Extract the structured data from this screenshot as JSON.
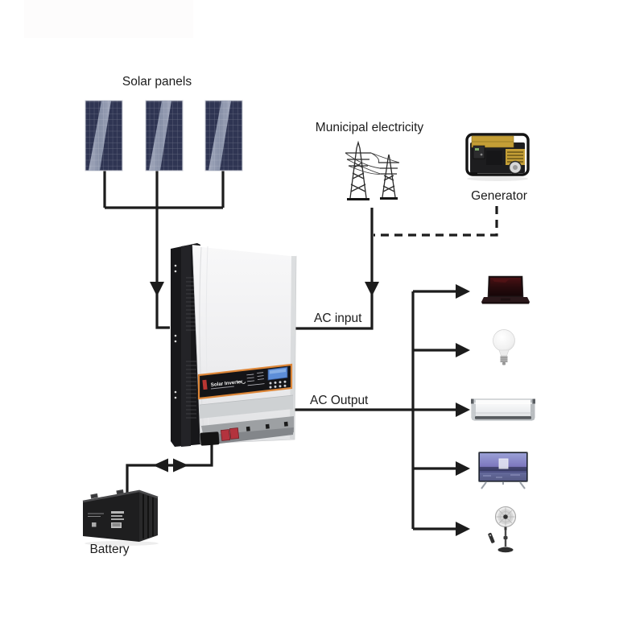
{
  "labels": {
    "solar_panels": "Solar panels",
    "municipal_electricity": "Municipal electricity",
    "generator": "Generator",
    "ac_input": "AC input",
    "ac_output": "AC Output",
    "battery": "Battery"
  },
  "inverter_panel": {
    "brand_text": "Solar Inverter"
  },
  "nodes": {
    "sources": [
      {
        "icon": "solar-panel-icon",
        "panel_count": 3,
        "link_style": "solid-arrow-down"
      },
      {
        "icon": "transmission-tower-icon",
        "link_style": "solid-arrow-down"
      },
      {
        "icon": "generator-icon",
        "link_style": "dashed-line"
      }
    ],
    "converter": {
      "icon": "solar-inverter-icon"
    },
    "storage": {
      "icon": "battery-icon",
      "link_style": "double-headed-arrow"
    },
    "loads": [
      {
        "icon": "laptop-icon"
      },
      {
        "icon": "light-bulb-icon"
      },
      {
        "icon": "air-conditioner-icon"
      },
      {
        "icon": "television-icon"
      },
      {
        "icon": "pedestal-fan-icon"
      }
    ],
    "load_branch_count": 5
  },
  "colors": {
    "background": "#ffffff",
    "wire": "#1c1c1c",
    "solar_panel_blue": "#2f3553",
    "solar_panel_band": "#99a1b7",
    "generator_yellow": "#c49e36",
    "inverter_accent_orange": "#dd8638",
    "inverter_lcd_blue": "#5d8ed8",
    "terminal_red": "#b3333e"
  }
}
